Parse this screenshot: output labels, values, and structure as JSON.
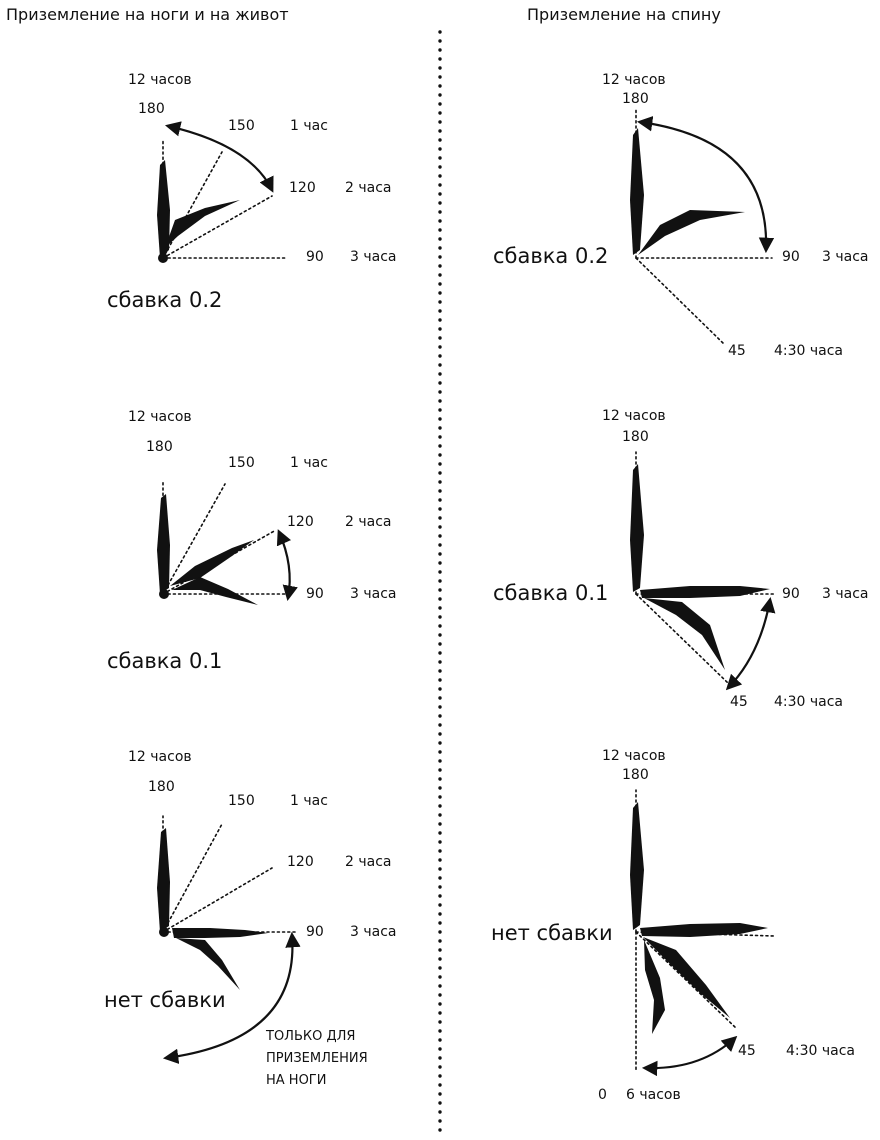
{
  "headers": {
    "left": "Приземление на ноги и на живот",
    "right": "Приземление на спину"
  },
  "left_panels": [
    {
      "clock_12": "12 часов",
      "deg_180": "180",
      "deg_150": "150",
      "clock_1": "1 час",
      "deg_120": "120",
      "clock_2": "2 часа",
      "deg_90": "90",
      "clock_3": "3 часа",
      "label": "сбавка 0.2"
    },
    {
      "clock_12": "12 часов",
      "deg_180": "180",
      "deg_150": "150",
      "clock_1": "1 час",
      "deg_120": "120",
      "clock_2": "2 часа",
      "deg_90": "90",
      "clock_3": "3 часа",
      "label": "сбавка 0.1"
    },
    {
      "clock_12": "12 часов",
      "deg_180": "180",
      "deg_150": "150",
      "clock_1": "1 час",
      "deg_120": "120",
      "clock_2": "2 часа",
      "deg_90": "90",
      "clock_3": "3 часа",
      "label": "нет сбавки",
      "note_lines": [
        "ТОЛЬКО ДЛЯ",
        "ПРИЗЕМЛЕНИЯ",
        "НА НОГИ"
      ]
    }
  ],
  "right_panels": [
    {
      "clock_12": "12 часов",
      "deg_180": "180",
      "deg_90": "90",
      "clock_3": "3 часа",
      "deg_45": "45",
      "clock_430": "4:30 часа",
      "label": "сбавка 0.2"
    },
    {
      "clock_12": "12 часов",
      "deg_180": "180",
      "deg_90": "90",
      "clock_3": "3 часа",
      "deg_45": "45",
      "clock_430": "4:30 часа",
      "label": "сбавка 0.1"
    },
    {
      "clock_12": "12 часов",
      "deg_180": "180",
      "deg_45": "45",
      "clock_430": "4:30 часа",
      "deg_0": "0",
      "clock_6": "6 часов",
      "label": "нет сбавки"
    }
  ]
}
